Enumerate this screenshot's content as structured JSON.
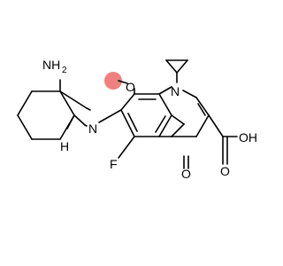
{
  "molecule": {
    "labels": {
      "amine": "NH",
      "amine_sub": "2",
      "ring_n": "N",
      "quin_n": "N",
      "methoxy_o": "O",
      "hydrogen": "H",
      "fluoro": "F",
      "keto_o": "O",
      "acid_oh": "OH",
      "acid_o": "O"
    },
    "colors": {
      "bond": "#000000",
      "methyl_highlight": "#f08080"
    }
  }
}
